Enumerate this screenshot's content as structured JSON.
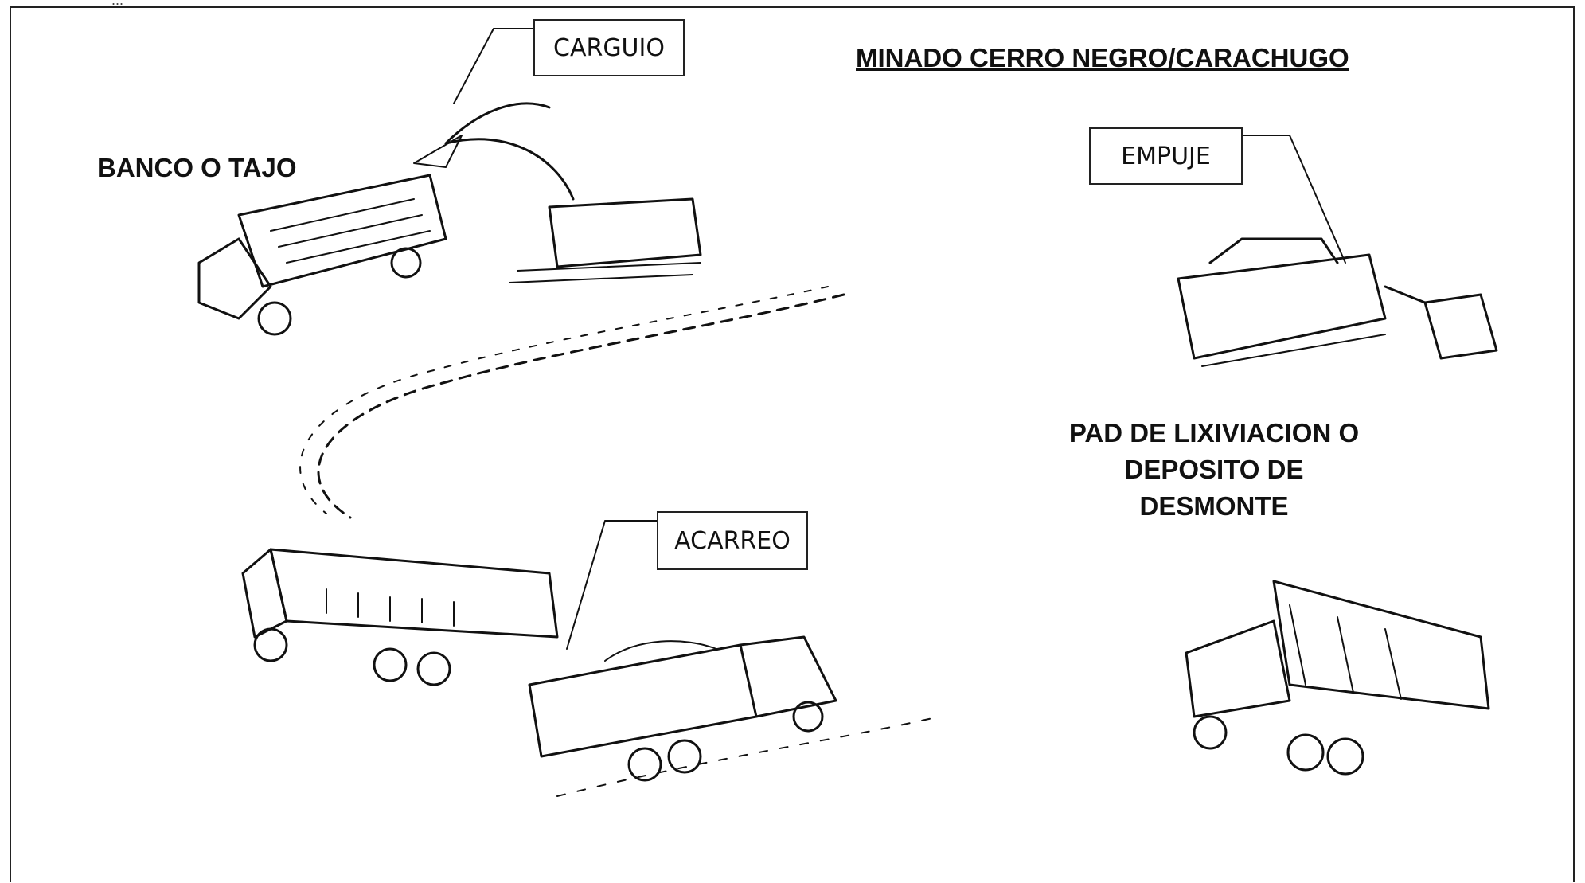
{
  "top_fragment": "...",
  "title": "MINADO CERRO NEGRO/CARACHUGO",
  "labels": {
    "bench": "BANCO O TAJO",
    "pad_line1": "PAD DE LIXIVIACION O",
    "pad_line2": "DEPOSITO DE",
    "pad_line3": "DESMONTE"
  },
  "callouts": {
    "loading": "CARGUIO",
    "pushing": "EMPUJE",
    "hauling": "ACARREO"
  },
  "colors": {
    "ink": "#111111",
    "background": "#ffffff"
  }
}
